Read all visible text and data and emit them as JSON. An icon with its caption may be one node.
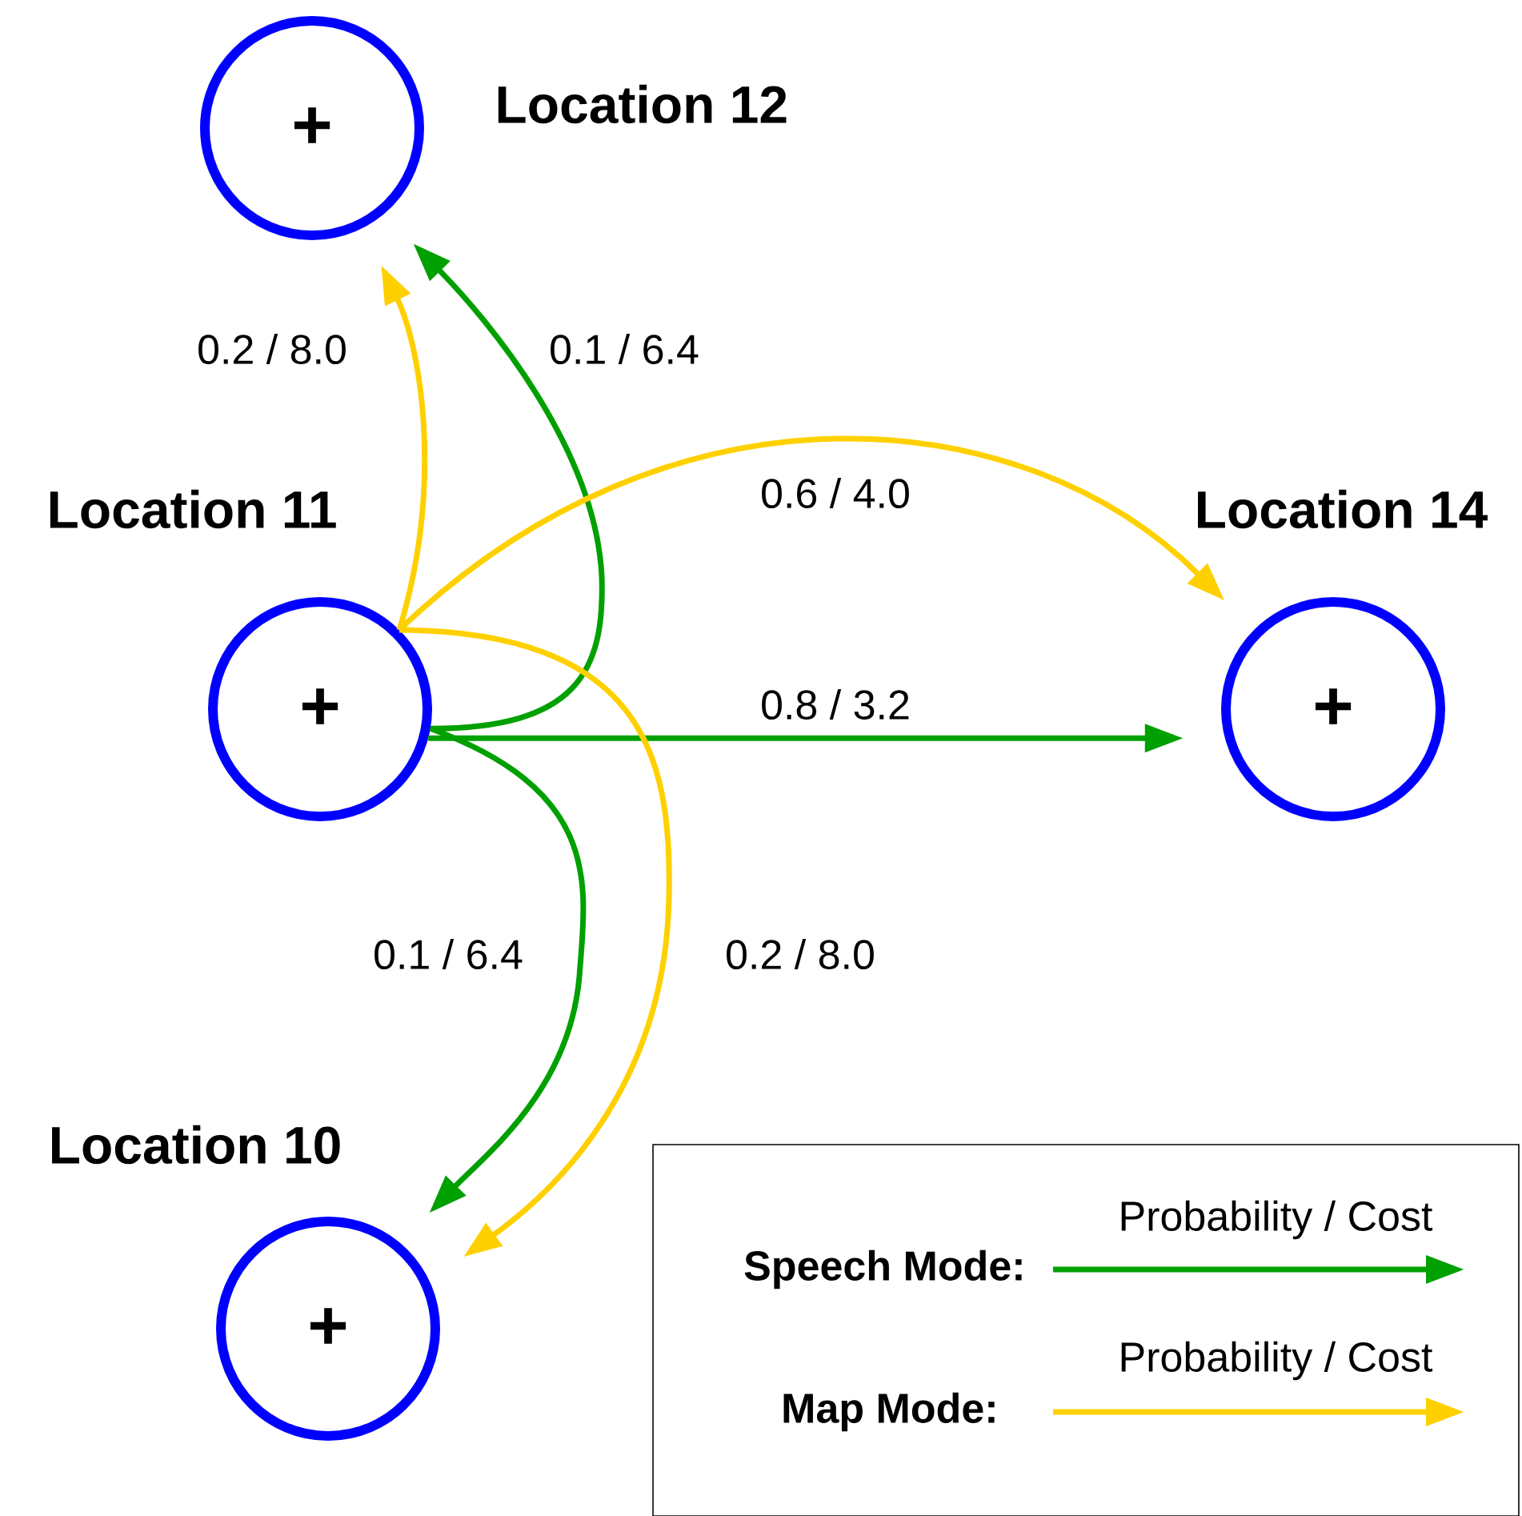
{
  "diagram": {
    "nodes": [
      {
        "text": [
          "Location 12",
          "+"
        ]
      },
      {
        "text": [
          "Location 11",
          "+"
        ]
      },
      {
        "text": [
          "Location 14",
          "+"
        ]
      },
      {
        "text": [
          "Location 10",
          "+"
        ]
      }
    ],
    "edges": [
      {
        "from": 1,
        "to": 0,
        "arrow": "to",
        "label": "0.2 / 8.0",
        "color": "#ffd000"
      },
      {
        "from": 1,
        "to": 0,
        "arrow": "to",
        "label": "0.1 / 6.4",
        "color": "#00a000"
      },
      {
        "from": 1,
        "to": 2,
        "arrow": "to",
        "label": "0.6 / 4.0",
        "color": "#ffd000"
      },
      {
        "from": 1,
        "to": 2,
        "arrow": "to",
        "label": "0.8 / 3.2",
        "color": "#00a000"
      },
      {
        "from": 1,
        "to": 3,
        "arrow": "to",
        "label": "0.1 / 6.4",
        "color": "#00a000"
      },
      {
        "from": 1,
        "to": 3,
        "arrow": "to",
        "label": "0.2 / 8.0",
        "color": "#ffd000"
      }
    ],
    "labels": [
      "Probability / Cost",
      "Probability / Cost"
    ],
    "legend": [
      {
        "text": "Speech Mode:"
      },
      {
        "text": "Map Mode:"
      }
    ]
  }
}
